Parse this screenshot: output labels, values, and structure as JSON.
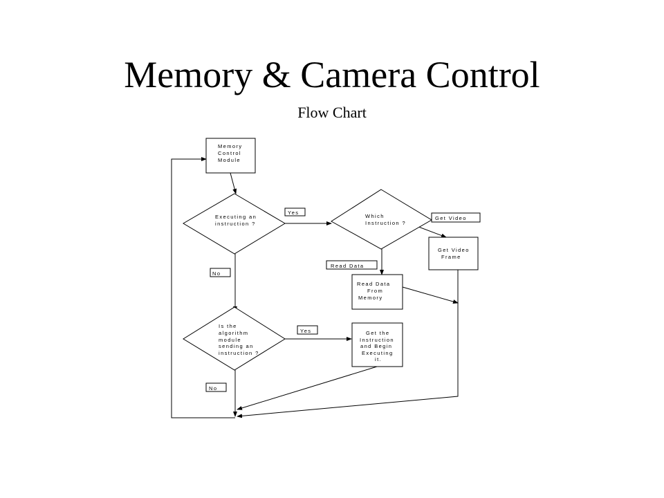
{
  "header": {
    "title": "Memory & Camera Control",
    "subtitle": "Flow Chart"
  },
  "nodes": {
    "memory_control_module": [
      "Memory",
      "Control",
      "Module"
    ],
    "executing_decision": [
      "Executing an",
      "instruction ?"
    ],
    "which_instruction_decision": [
      "Which",
      "Instruction ?"
    ],
    "get_video_frame": [
      "Get Video",
      "Frame"
    ],
    "read_data_from_memory": [
      "Read Data",
      "From",
      "Memory"
    ],
    "algorithm_decision": [
      "Is the",
      "algorithm",
      "module",
      "sending an",
      "instruction ?"
    ],
    "get_instruction_execute": [
      "Get the",
      "Instruction",
      "and Begin",
      "Executing",
      "it."
    ]
  },
  "edge_labels": {
    "yes_1": "Yes",
    "no_1": "No",
    "yes_2": "Yes",
    "no_2": "No",
    "get_video": "Get Video",
    "read_data": "Read Data"
  }
}
